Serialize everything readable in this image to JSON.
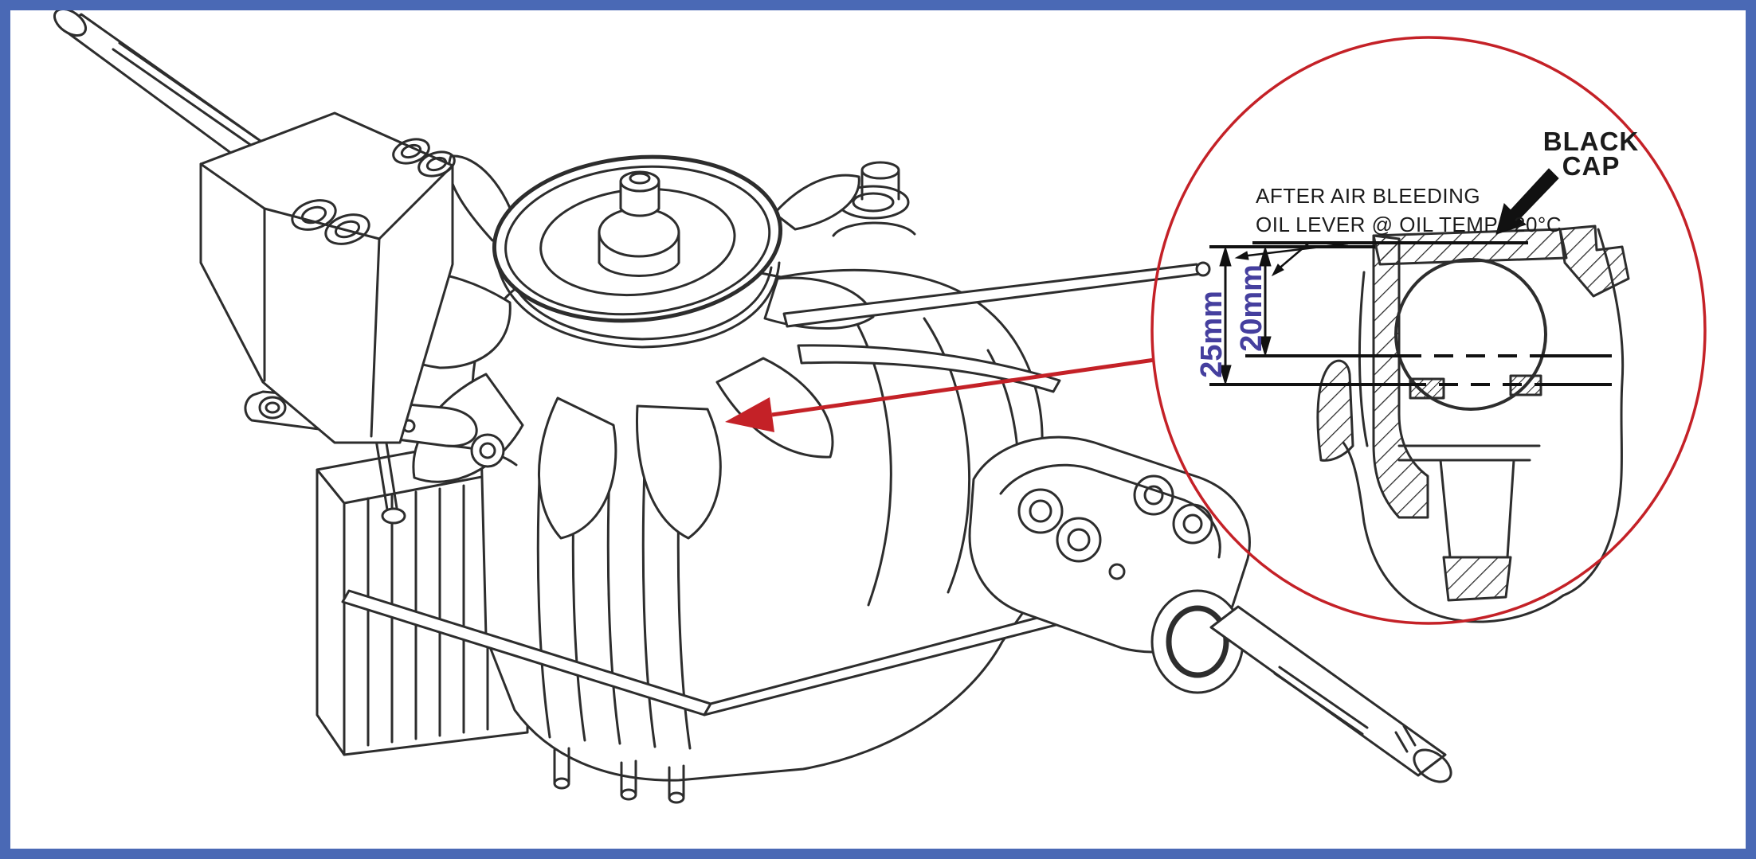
{
  "figure": {
    "type": "technical-diagram",
    "subject": "Hydrostatic transaxle line drawing with oil level detail callout",
    "border_color": "#4a69b5",
    "background": "#ffffff"
  },
  "colors": {
    "line_art_ink": "#2d2d2d",
    "callout_red": "#c42127",
    "dimension_label_blue": "#453f9e",
    "note_text": "#1b1b1b"
  },
  "callout": {
    "note_line1": "AFTER AIR BLEEDING",
    "note_line2": "OIL LEVER @ OIL TEMP.  20°C",
    "cap_label": "BLACK\nCAP",
    "dim_outer": "25mm",
    "dim_inner": "20mm"
  }
}
